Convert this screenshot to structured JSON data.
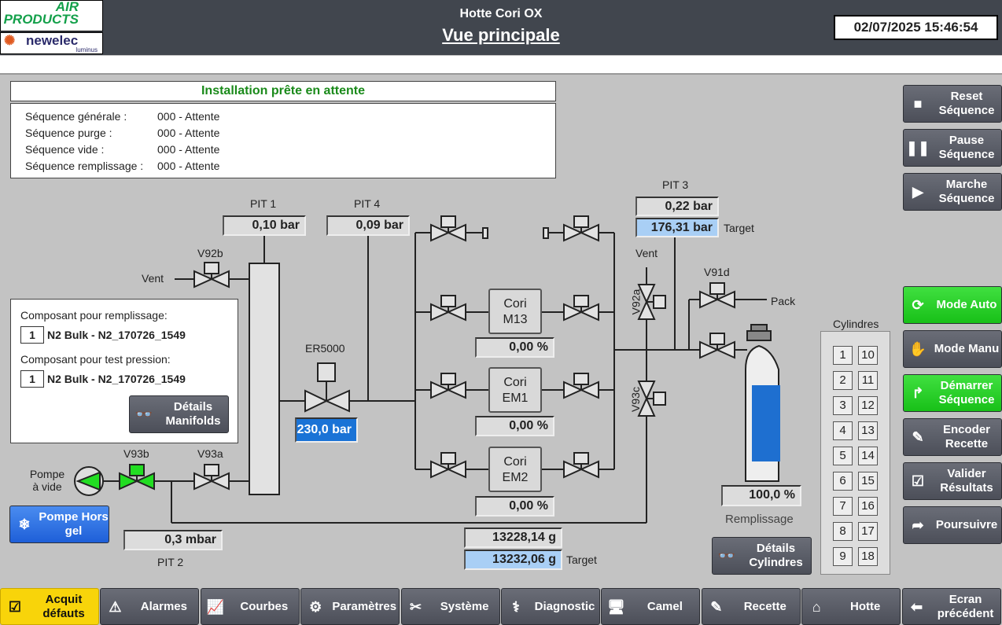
{
  "header": {
    "logo_top": "AIR PRODUCTS",
    "logo_bottom": "newelec",
    "logo_bottom_sub": "luminus",
    "title": "Hotte Cori OX",
    "subtitle": "Vue principale",
    "datetime": "02/07/2025 15:46:54"
  },
  "status": "Installation prête en attente",
  "sequences": [
    {
      "label": "Séquence générale :",
      "value": "000 - Attente"
    },
    {
      "label": "Séquence purge :",
      "value": "000 - Attente"
    },
    {
      "label": "Séquence vide :",
      "value": "000 - Attente"
    },
    {
      "label": "Séquence remplissage :",
      "value": "000 - Attente"
    }
  ],
  "components": {
    "fill_label": "Composant pour remplissage:",
    "fill_num": "1",
    "fill_name": "N2 Bulk - N2_170726_1549",
    "test_label": "Composant pour test pression:",
    "test_num": "1",
    "test_name": "N2 Bulk - N2_170726_1549",
    "details_button": "Détails Manifolds"
  },
  "instruments": {
    "pit1_label": "PIT 1",
    "pit1": "0,10 bar",
    "pit4_label": "PIT 4",
    "pit4": "0,09 bar",
    "pit3_label": "PIT 3",
    "pit3": "0,22 bar",
    "pit3_target": "176,31 bar",
    "target": "Target",
    "pit2_label": "PIT 2",
    "pit2": "0,3 mbar",
    "er_label": "ER5000",
    "er_value": "230,0 bar",
    "weight": "13228,14 g",
    "weight_target": "13232,06 g",
    "fill_pct": "100,0 %",
    "fill_label": "Remplissage"
  },
  "valves": {
    "v92b": "V92b",
    "v93b": "V93b",
    "v93a": "V93a",
    "v92a": "V92a",
    "v93c": "V93c",
    "v91d": "V91d",
    "vent1": "Vent",
    "vent2": "Vent",
    "pack": "Pack",
    "pump": "Pompe à vide"
  },
  "cori": [
    {
      "l1": "Cori",
      "l2": "M13",
      "pct": "0,00 %"
    },
    {
      "l1": "Cori",
      "l2": "EM1",
      "pct": "0,00 %"
    },
    {
      "l1": "Cori",
      "l2": "EM2",
      "pct": "0,00 %"
    }
  ],
  "pump_button": "Pompe Hors gel",
  "cylinders": {
    "title": "Cylindres",
    "items": [
      "1",
      "2",
      "3",
      "4",
      "5",
      "6",
      "7",
      "8",
      "9",
      "10",
      "11",
      "12",
      "13",
      "14",
      "15",
      "16",
      "17",
      "18"
    ],
    "details_button": "Détails Cylindres"
  },
  "right_buttons": [
    "Reset Séquence",
    "Pause Séquence",
    "Marche Séquence",
    "Mode Auto",
    "Mode Manu",
    "Démarrer Séquence",
    "Encoder Recette",
    "Valider Résultats",
    "Poursuivre"
  ],
  "nav": [
    "Acquit défauts",
    "Alarmes",
    "Courbes",
    "Paramètres",
    "Système",
    "Diagnostic",
    "Camel",
    "Recette",
    "Hotte",
    "Ecran précédent"
  ],
  "colors": {
    "header": "#41464e",
    "active_green": "#22cc22",
    "nav_active": "#f8d40a",
    "input_blue": "#a9cff5"
  }
}
